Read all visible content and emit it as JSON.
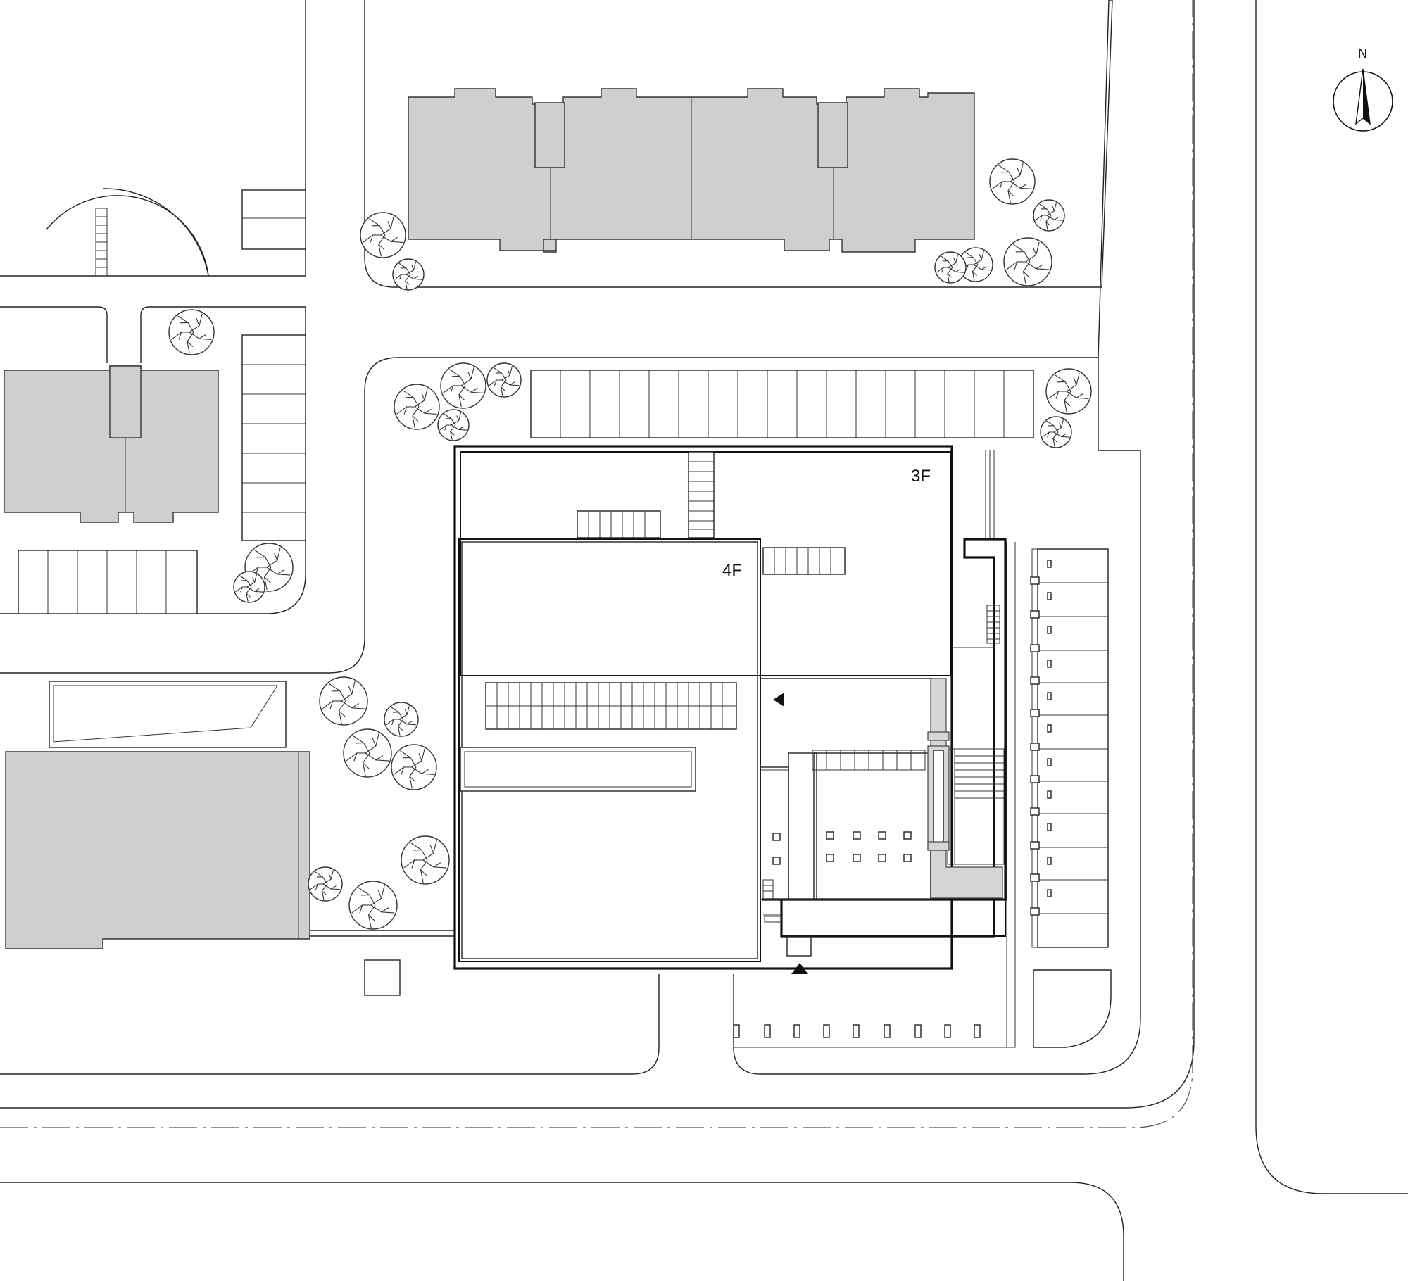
{
  "labels": {
    "floor_3": "3F",
    "floor_4": "4F",
    "north": "N"
  }
}
